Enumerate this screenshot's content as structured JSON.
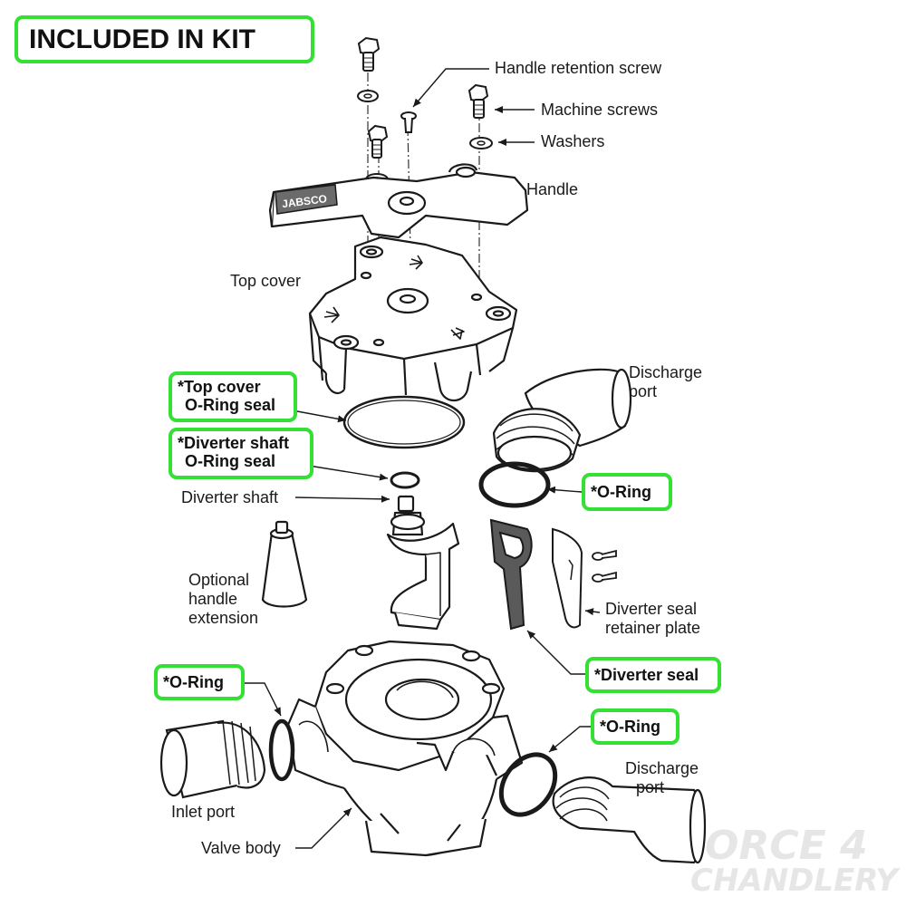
{
  "banner": "INCLUDED IN KIT",
  "labels": {
    "handle_retention_screw": "Handle retention screw",
    "machine_screws": "Machine screws",
    "washers": "Washers",
    "handle": "Handle",
    "top_cover": "Top cover",
    "discharge_port_top_1": "Discharge",
    "discharge_port_top_2": "port",
    "diverter_shaft": "Diverter shaft",
    "optional_1": "Optional",
    "optional_2": "handle",
    "optional_3": "extension",
    "retainer_1": "Diverter seal",
    "retainer_2": "retainer plate",
    "discharge_port_bottom_1": "Discharge",
    "discharge_port_bottom_2": "port",
    "inlet_port": "Inlet port",
    "valve_body": "Valve body"
  },
  "kit_items": {
    "top_cover_oring_1": "*Top cover",
    "top_cover_oring_2": "O-Ring seal",
    "diverter_shaft_oring_1": "*Diverter shaft",
    "diverter_shaft_oring_2": "O-Ring seal",
    "oring_discharge_top": "*O-Ring",
    "diverter_seal": "*Diverter seal",
    "oring_inlet": "*O-Ring",
    "oring_discharge_bottom": "*O-Ring"
  },
  "handle_logo": "JABSCO",
  "watermark": {
    "line1": "FORCE 4",
    "line2": "CHANDLERY"
  },
  "colors": {
    "highlight": "#33e033",
    "ink": "#1a1a1a",
    "watermark": "#e6e6e6"
  }
}
